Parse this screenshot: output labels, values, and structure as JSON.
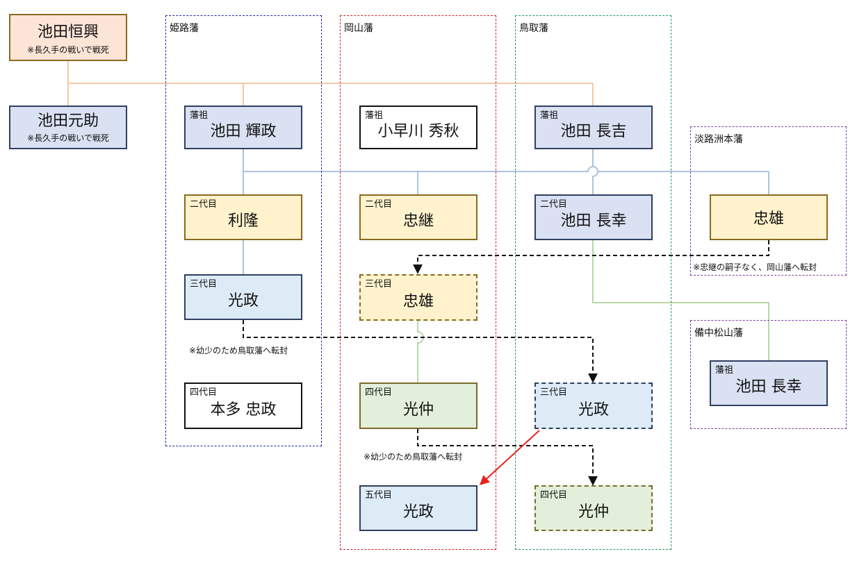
{
  "groups": {
    "himeji": "姫路藩",
    "okayama": "岡山藩",
    "tottori": "鳥取藩",
    "awaji": "淡路洲本藩",
    "bitchu": "備中松山藩"
  },
  "nodes": {
    "tsuneoki": {
      "name": "池田恒興",
      "note": "※長久手の戦いで戦死"
    },
    "motosuke": {
      "name": "池田元助",
      "note": "※長久手の戦いで戦死"
    },
    "terumasa": {
      "tag": "藩祖",
      "name": "池田 輝政"
    },
    "toshitaka": {
      "tag": "二代目",
      "name": "利隆"
    },
    "mitsumasa_h": {
      "tag": "三代目",
      "name": "光政"
    },
    "tadamasa": {
      "tag": "四代目",
      "name": "本多 忠政"
    },
    "hideaki": {
      "tag": "藩祖",
      "name": "小早川 秀秋"
    },
    "tadatsugu": {
      "tag": "二代目",
      "name": "忠継"
    },
    "tadakatsu_o": {
      "tag": "三代目",
      "name": "忠雄"
    },
    "mitsunaka_o": {
      "tag": "四代目",
      "name": "光仲"
    },
    "mitsumasa_o": {
      "tag": "五代目",
      "name": "光政"
    },
    "nagayoshi": {
      "tag": "藩祖",
      "name": "池田 長吉"
    },
    "nagayuki_t": {
      "tag": "二代目",
      "name": "池田 長幸"
    },
    "mitsumasa_t": {
      "tag": "三代目",
      "name": "光政"
    },
    "mitsunaka_t": {
      "tag": "四代目",
      "name": "光仲"
    },
    "tadakatsu_a": {
      "name": "忠雄"
    },
    "nagayuki_b": {
      "tag": "藩祖",
      "name": "池田 長幸"
    }
  },
  "notes": {
    "tadakatsu_move": "※忠継の嗣子なく、岡山藩へ転封",
    "mitsumasa_move": "※幼少のため鳥取藩へ転封",
    "mitsunaka_move": "※幼少のため鳥取藩へ転封"
  },
  "colors": {
    "orange_line": "#f4c9a4",
    "blue_line": "#a9c4e0",
    "green_line": "#b9d7a5",
    "dashed_arrow": "#111111",
    "red_arrow": "#e8221b"
  }
}
